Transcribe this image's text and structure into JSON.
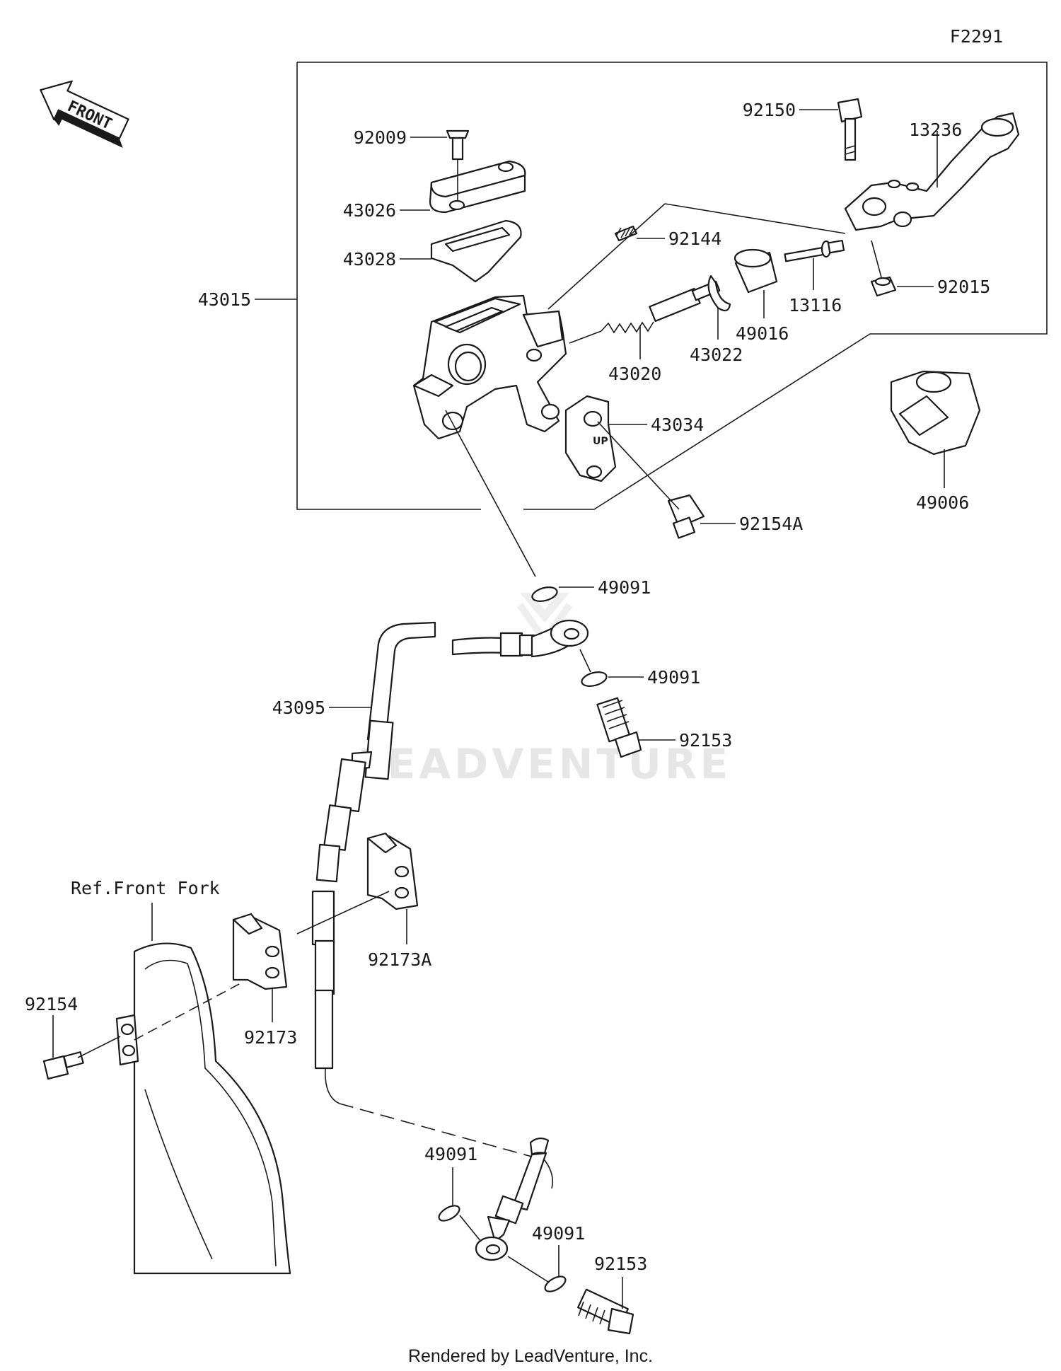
{
  "diagram_id": "F2291",
  "front_indicator": "FRONT",
  "reference_label": "Ref.Front Fork",
  "footer": "Rendered by LeadVenture, Inc.",
  "watermark": "LEADVENTURE",
  "parts": {
    "p43015": "43015",
    "p92009": "92009",
    "p43026": "43026",
    "p43028": "43028",
    "p92144": "92144",
    "p43020": "43020",
    "p43022": "43022",
    "p49016": "49016",
    "p13116": "13116",
    "p92150": "92150",
    "p13236": "13236",
    "p92015": "92015",
    "p43034": "43034",
    "p92154A": "92154A",
    "p49006": "49006",
    "p49091a": "49091",
    "p49091b": "49091",
    "p92153a": "92153",
    "p43095": "43095",
    "p92173A": "92173A",
    "p92173": "92173",
    "p92154": "92154",
    "p49091c": "49091",
    "p49091d": "49091",
    "p92153b": "92153"
  }
}
